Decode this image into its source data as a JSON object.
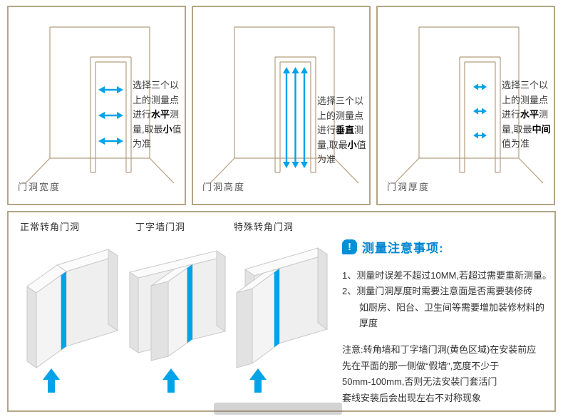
{
  "colors": {
    "accent_blue": "#00a2e8",
    "line_tan": "#b39e7e",
    "panel_border": "#b5a486",
    "notes_blue": "#0085d0"
  },
  "top_panels": [
    {
      "caption": "门洞宽度",
      "note": {
        "pre": "选择三个以上的测量点进行",
        "h1": "水平",
        "mid": "测量,取最",
        "h2": "小",
        "post": "值为准"
      }
    },
    {
      "caption": "门洞高度",
      "note": {
        "pre": "选择三个以上的测量点进行",
        "h1": "垂直",
        "mid": "测量,取最",
        "h2": "小",
        "post": "值为准"
      }
    },
    {
      "caption": "门洞厚度",
      "note": {
        "pre": "选择三个以上的测量点进行",
        "h1": "水平",
        "mid": "测量,取最",
        "h2": "中间",
        "post": "值为准"
      }
    }
  ],
  "bottom": {
    "diagram_labels": [
      "正常转角门洞",
      "丁字墙门洞",
      "特殊转角门洞"
    ],
    "notes_icon": "!",
    "notes_title": "测量注意事项:",
    "list": [
      "1、测量时误差不超过10MM,若超过需要重新测量。",
      "2、测量门洞厚度时需要注意面是否需要装修砖",
      "如厨房、阳台、卫生间等需要增加装修材料的厚度"
    ],
    "warning": [
      "注意:转角墙和丁字墙门洞(黄色区域)在安装前应",
      "先在平面的那一侧做“假墙”,宽度不少于",
      "50mm-100mm,否则无法安装门套活门",
      "套线安装后会出现左右不对称现象"
    ]
  }
}
